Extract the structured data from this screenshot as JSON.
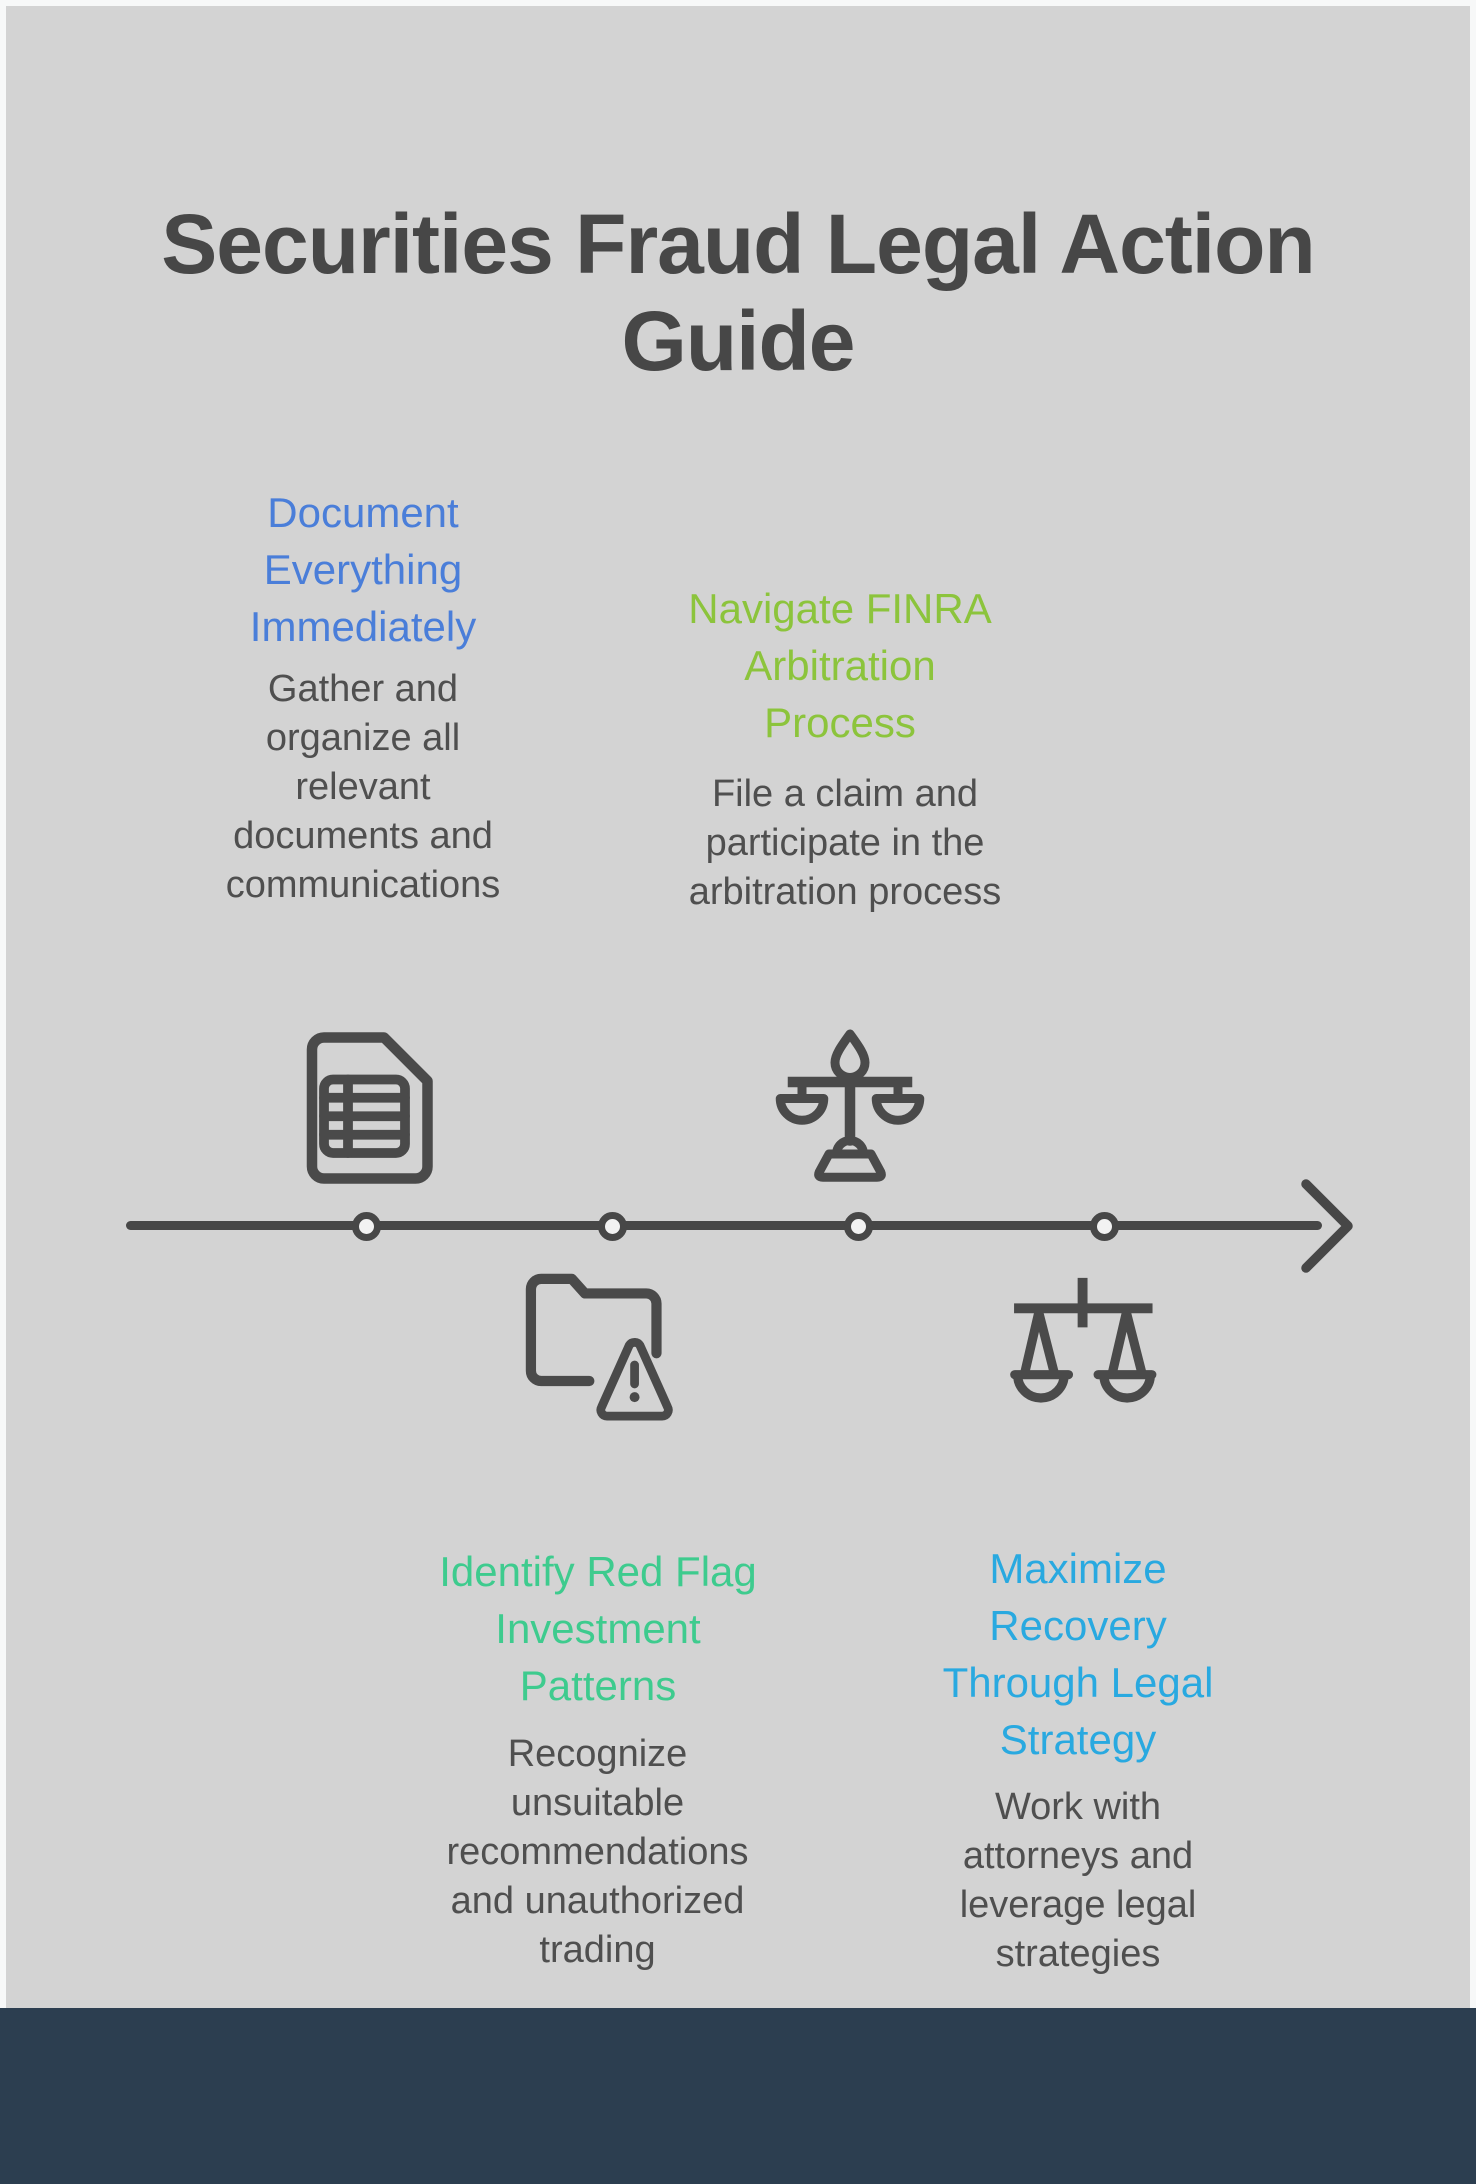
{
  "page": {
    "title": "Securities Fraud Legal Action Guide",
    "background_color": "#d3d3d3",
    "frame_color": "#f7f8f8",
    "footer_bar_color": "#2c3e50",
    "title_color": "#474747",
    "body_text_color": "#4f4f4f"
  },
  "timeline": {
    "direction": "left-to-right",
    "node_count": 4,
    "line_color": "#474747",
    "node_fill": "#f2f2f2",
    "arrow": "arrow-right"
  },
  "steps": [
    {
      "title": "Document Everything Immediately",
      "description": "Gather and organize all relevant documents and communications",
      "accent_color": "#4a7ed9",
      "icon": "document-icon",
      "text_position": "above-line",
      "icon_position": "above-line"
    },
    {
      "title": "Navigate FINRA Arbitration Process",
      "description": "File a claim and participate in the arbitration process",
      "accent_color": "#8cc43c",
      "icon": "folder-warning-icon",
      "text_position": "above-line",
      "icon_position": "below-line"
    },
    {
      "title": "Identify Red Flag Investment Patterns",
      "description": "Recognize unsuitable recommendations and unauthorized trading",
      "accent_color": "#3ecb8e",
      "icon": "scales-of-justice-icon",
      "text_position": "below-line",
      "icon_position": "above-line"
    },
    {
      "title": "Maximize Recovery Through Legal Strategy",
      "description": "Work with attorneys and leverage legal strategies",
      "accent_color": "#29a9e0",
      "icon": "balance-scale-icon",
      "text_position": "below-line",
      "icon_position": "below-line"
    }
  ]
}
